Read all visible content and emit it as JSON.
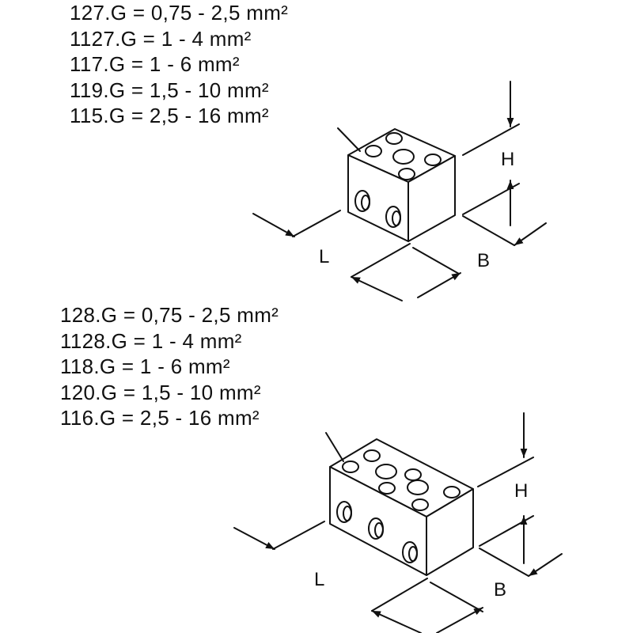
{
  "top_block": {
    "specs": [
      "127.G = 0,75 - 2,5 mm²",
      "1127.G = 1 - 4 mm²",
      "117.G = 1 - 6 mm²",
      "119.G = 1,5 - 10 mm²",
      "115.G = 2,5 - 16 mm²"
    ],
    "labels": {
      "h": "H",
      "l": "L",
      "b": "B"
    }
  },
  "bottom_block": {
    "specs": [
      "128.G = 0,75 - 2,5 mm²",
      "1128.G = 1 - 4 mm²",
      "118.G = 1 - 6 mm²",
      "120.G = 1,5 - 10 mm²",
      "116.G = 2,5 - 16 mm²"
    ],
    "labels": {
      "h": "H",
      "l": "L",
      "b": "B"
    }
  },
  "colors": {
    "line": "#111111",
    "fill": "#ffffff"
  }
}
